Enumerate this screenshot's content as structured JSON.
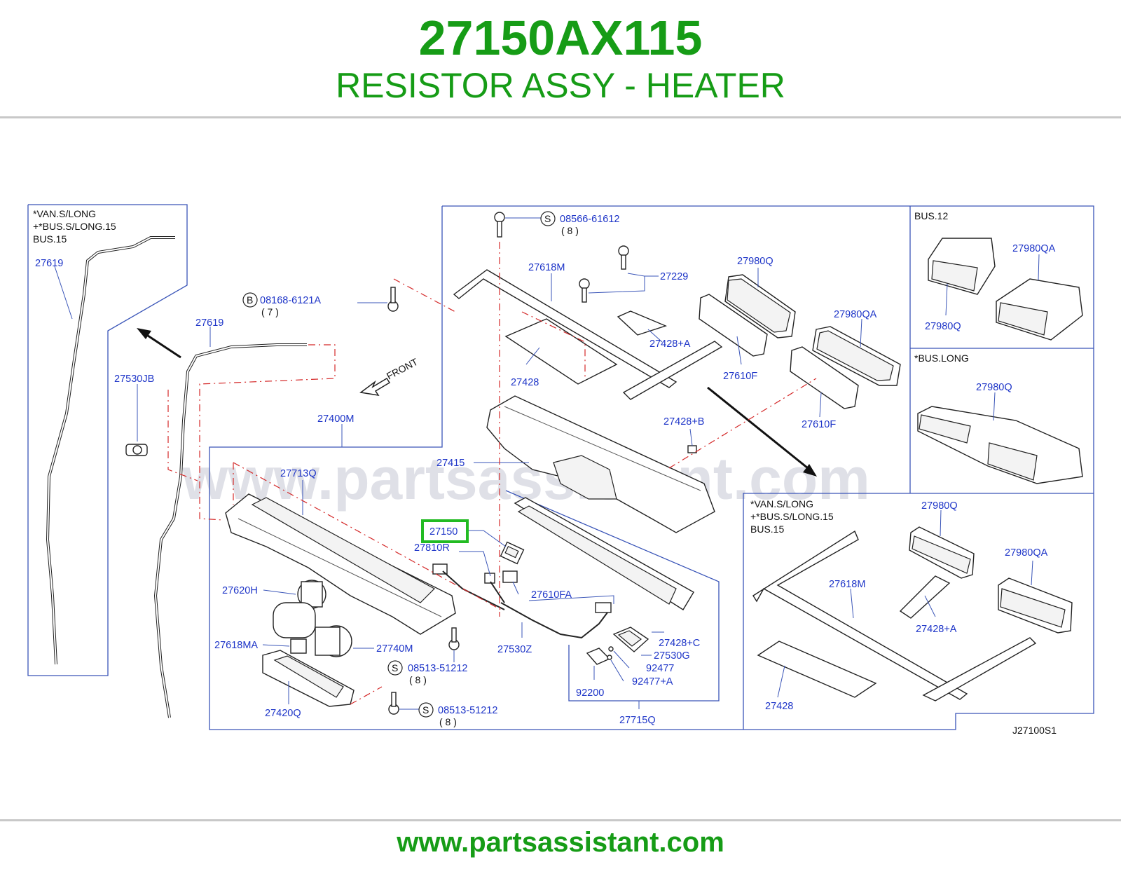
{
  "header": {
    "part_number": "27150AX115",
    "part_name": "RESISTOR ASSY - HEATER"
  },
  "footer": {
    "url": "www.partsassistant.com"
  },
  "watermark": "www.partsassistant.com",
  "diagram": {
    "code": "J27100S1",
    "front": "FRONT",
    "highlight_color": "#22bb22",
    "highlighted_part": "27150",
    "notes": {
      "left_l1": "*VAN.S/LONG",
      "left_l2": "+*BUS.S/LONG.15",
      "left_l3": "BUS.15",
      "bus12": "BUS.12",
      "buslong": "*BUS.LONG",
      "right_l1": "*VAN.S/LONG",
      "right_l2": "+*BUS.S/LONG.15",
      "right_l3": "BUS.15"
    },
    "labels": {
      "p27619a": "27619",
      "p27619b": "27619",
      "p27530jb": "27530JB",
      "p08168": "08168-6121A",
      "q7": "( 7 )",
      "p08566": "08566-61612",
      "q8a": "( 8 )",
      "p27618m": "27618M",
      "p27229": "27229",
      "p27980q_a": "27980Q",
      "p27980qa_a": "27980QA",
      "p27428a": "27428+A",
      "p27428": "27428",
      "p27610f_a": "27610F",
      "p27610f_b": "27610F",
      "p27428b": "27428+B",
      "p27400m": "27400M",
      "p27415": "27415",
      "p27713q": "27713Q",
      "p27150": "27150",
      "p27810r": "27810R",
      "p27610fa": "27610FA",
      "p27620h": "27620H",
      "p27618ma": "27618MA",
      "p27740m": "27740M",
      "p08513a": "08513-51212",
      "q8b": "( 8 )",
      "p08513b": "08513-51212",
      "q8c": "( 8 )",
      "p27530z": "27530Z",
      "p27420q": "27420Q",
      "p27428c": "27428+C",
      "p27530g": "27530G",
      "p92477": "92477",
      "p92477a": "92477+A",
      "p92200": "92200",
      "p27715q": "27715Q",
      "p27980q_b": "27980Q",
      "p27980qa_b": "27980QA",
      "p27980q_c": "27980Q",
      "p27980q_d": "27980Q",
      "p27980qa_c": "27980QA",
      "p27618m_b": "27618M",
      "p27428a_b": "27428+A",
      "p27428_b": "27428"
    },
    "symbols": {
      "s": "S",
      "b": "B"
    }
  }
}
